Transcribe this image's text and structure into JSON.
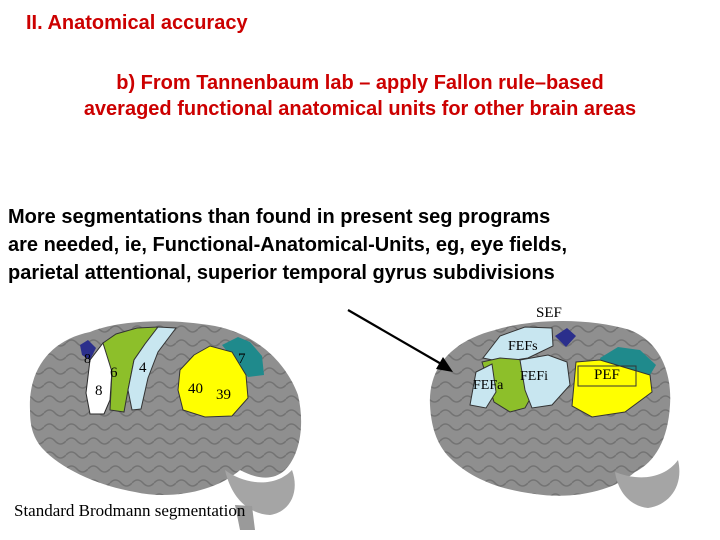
{
  "slide": {
    "heading": "II. Anatomical accuracy",
    "subheading_line1": "b) From Tannenbaum lab – apply Fallon rule–based",
    "subheading_line2": "averaged functional anatomical units for other brain areas",
    "body_line1": "More segmentations than found in present seg programs",
    "body_line2": "are needed, ie, Functional-Anatomical-Units, eg, eye fields,",
    "body_line3": "parietal attentional, superior temporal gyrus subdivisions"
  },
  "left_brain": {
    "labels": [
      "8",
      "6",
      "4",
      "8",
      "7",
      "40",
      "39"
    ],
    "caption": "Standard Brodmann segmentation"
  },
  "right_brain": {
    "labels": [
      "SEF",
      "FEFs",
      "FEFi",
      "FEFa",
      "PEF"
    ]
  },
  "colors": {
    "heading": "#cc0000",
    "navy": "#2b2f8c",
    "green": "#8dbf2a",
    "light_blue": "#c8e6f0",
    "yellow": "#ffff00",
    "teal": "#1f8a8c",
    "brain_gray": "#8f8f8f"
  }
}
